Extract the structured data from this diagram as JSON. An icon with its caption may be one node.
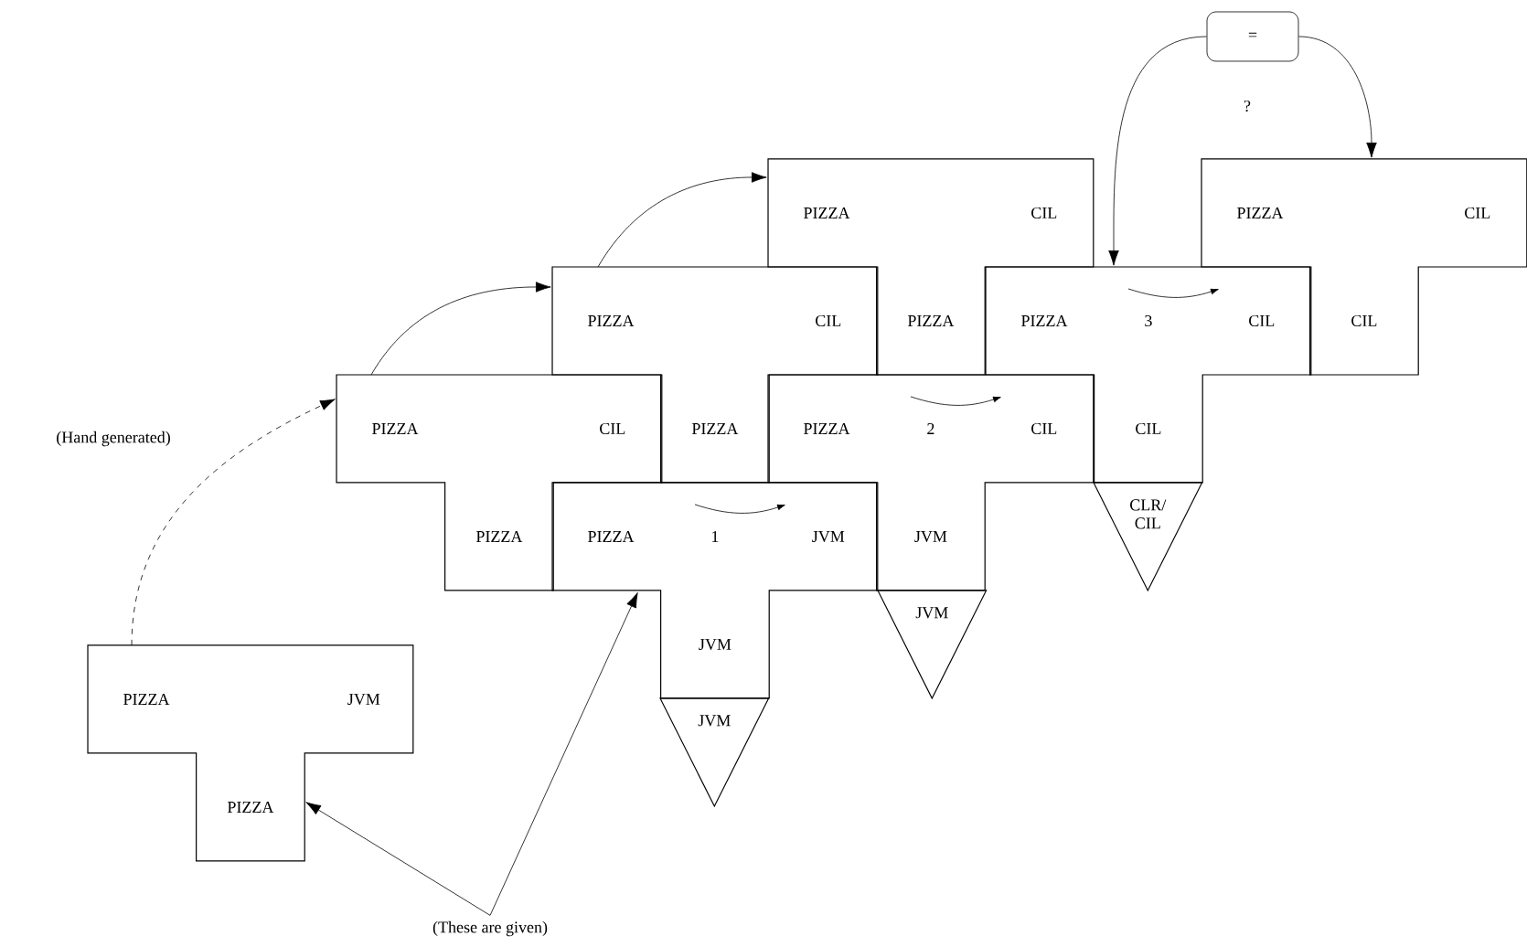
{
  "diagram": {
    "nodes": [
      {
        "text": [
          "="
        ]
      },
      {
        "text": [
          "PIZZA",
          "CIL",
          "PIZZA"
        ]
      },
      {
        "text": [
          "PIZZA",
          "CIL",
          "CIL"
        ]
      },
      {
        "text": [
          "PIZZA",
          "CIL",
          "PIZZA"
        ]
      },
      {
        "text": [
          "PIZZA",
          "3",
          "CIL",
          "CIL"
        ]
      },
      {
        "text": [
          "PIZZA",
          "CIL",
          "PIZZA"
        ]
      },
      {
        "text": [
          "PIZZA",
          "2",
          "CIL",
          "JVM"
        ]
      },
      {
        "text": [
          "PIZZA",
          "1",
          "JVM",
          "JVM"
        ]
      },
      {
        "text": [
          "CLR/ CIL"
        ]
      },
      {
        "text": [
          "JVM"
        ]
      },
      {
        "text": [
          "PIZZA",
          "JVM",
          "PIZZA"
        ]
      },
      {
        "text": [
          "JVM"
        ]
      },
      {
        "text": [
          "(These are given)"
        ]
      }
    ],
    "edges": [
      {
        "from": 10,
        "to": 5,
        "arrow": "to",
        "style": "dashed",
        "label": "(Hand generated)"
      },
      {
        "from": 5,
        "to": 3,
        "arrow": "to"
      },
      {
        "from": 3,
        "to": 1,
        "arrow": "to"
      },
      {
        "from": 0,
        "to": 4,
        "arrow": "to"
      },
      {
        "from": 0,
        "to": 2,
        "arrow": "to"
      },
      {
        "from": 12,
        "to": 10,
        "arrow": "to"
      },
      {
        "from": 12,
        "to": 7,
        "arrow": "to"
      }
    ],
    "labels": [
      "?"
    ]
  }
}
